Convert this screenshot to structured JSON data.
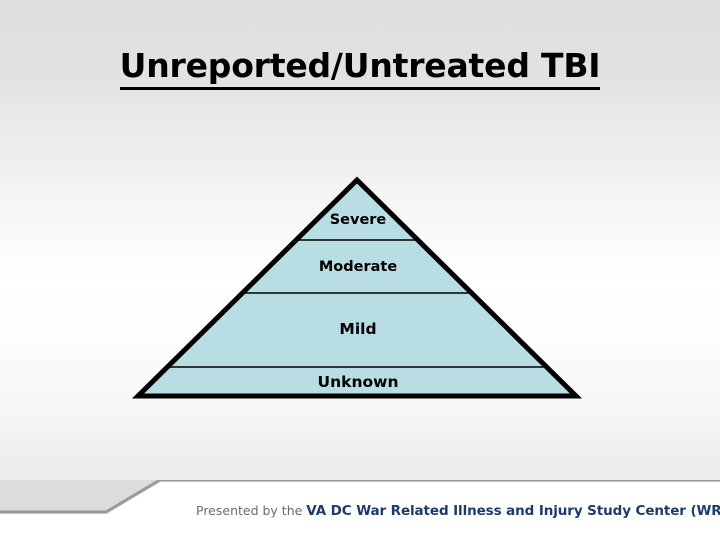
{
  "slide": {
    "title": "Unreported/Untreated TBI",
    "background_top_color": "#dedede",
    "background_mid_color": "#ffffff",
    "background_bottom_color": "#e6e6e6"
  },
  "pyramid": {
    "fill_color": "#b8dde2",
    "outline_color": "#000000",
    "divider_color": "#000000",
    "tiers": [
      {
        "label": "Severe"
      },
      {
        "label": "Moderate"
      },
      {
        "label": "Mild"
      },
      {
        "label": "Unknown"
      }
    ]
  },
  "footer": {
    "prefix": "Presented by the ",
    "organization": "VA DC War Related Illness and Injury Study Center (WRIISC)",
    "band_color": "#ffffff",
    "accent_color": "#9a9a9a",
    "organization_color": "#1d3a6b",
    "prefix_color": "#6b6b6b"
  }
}
